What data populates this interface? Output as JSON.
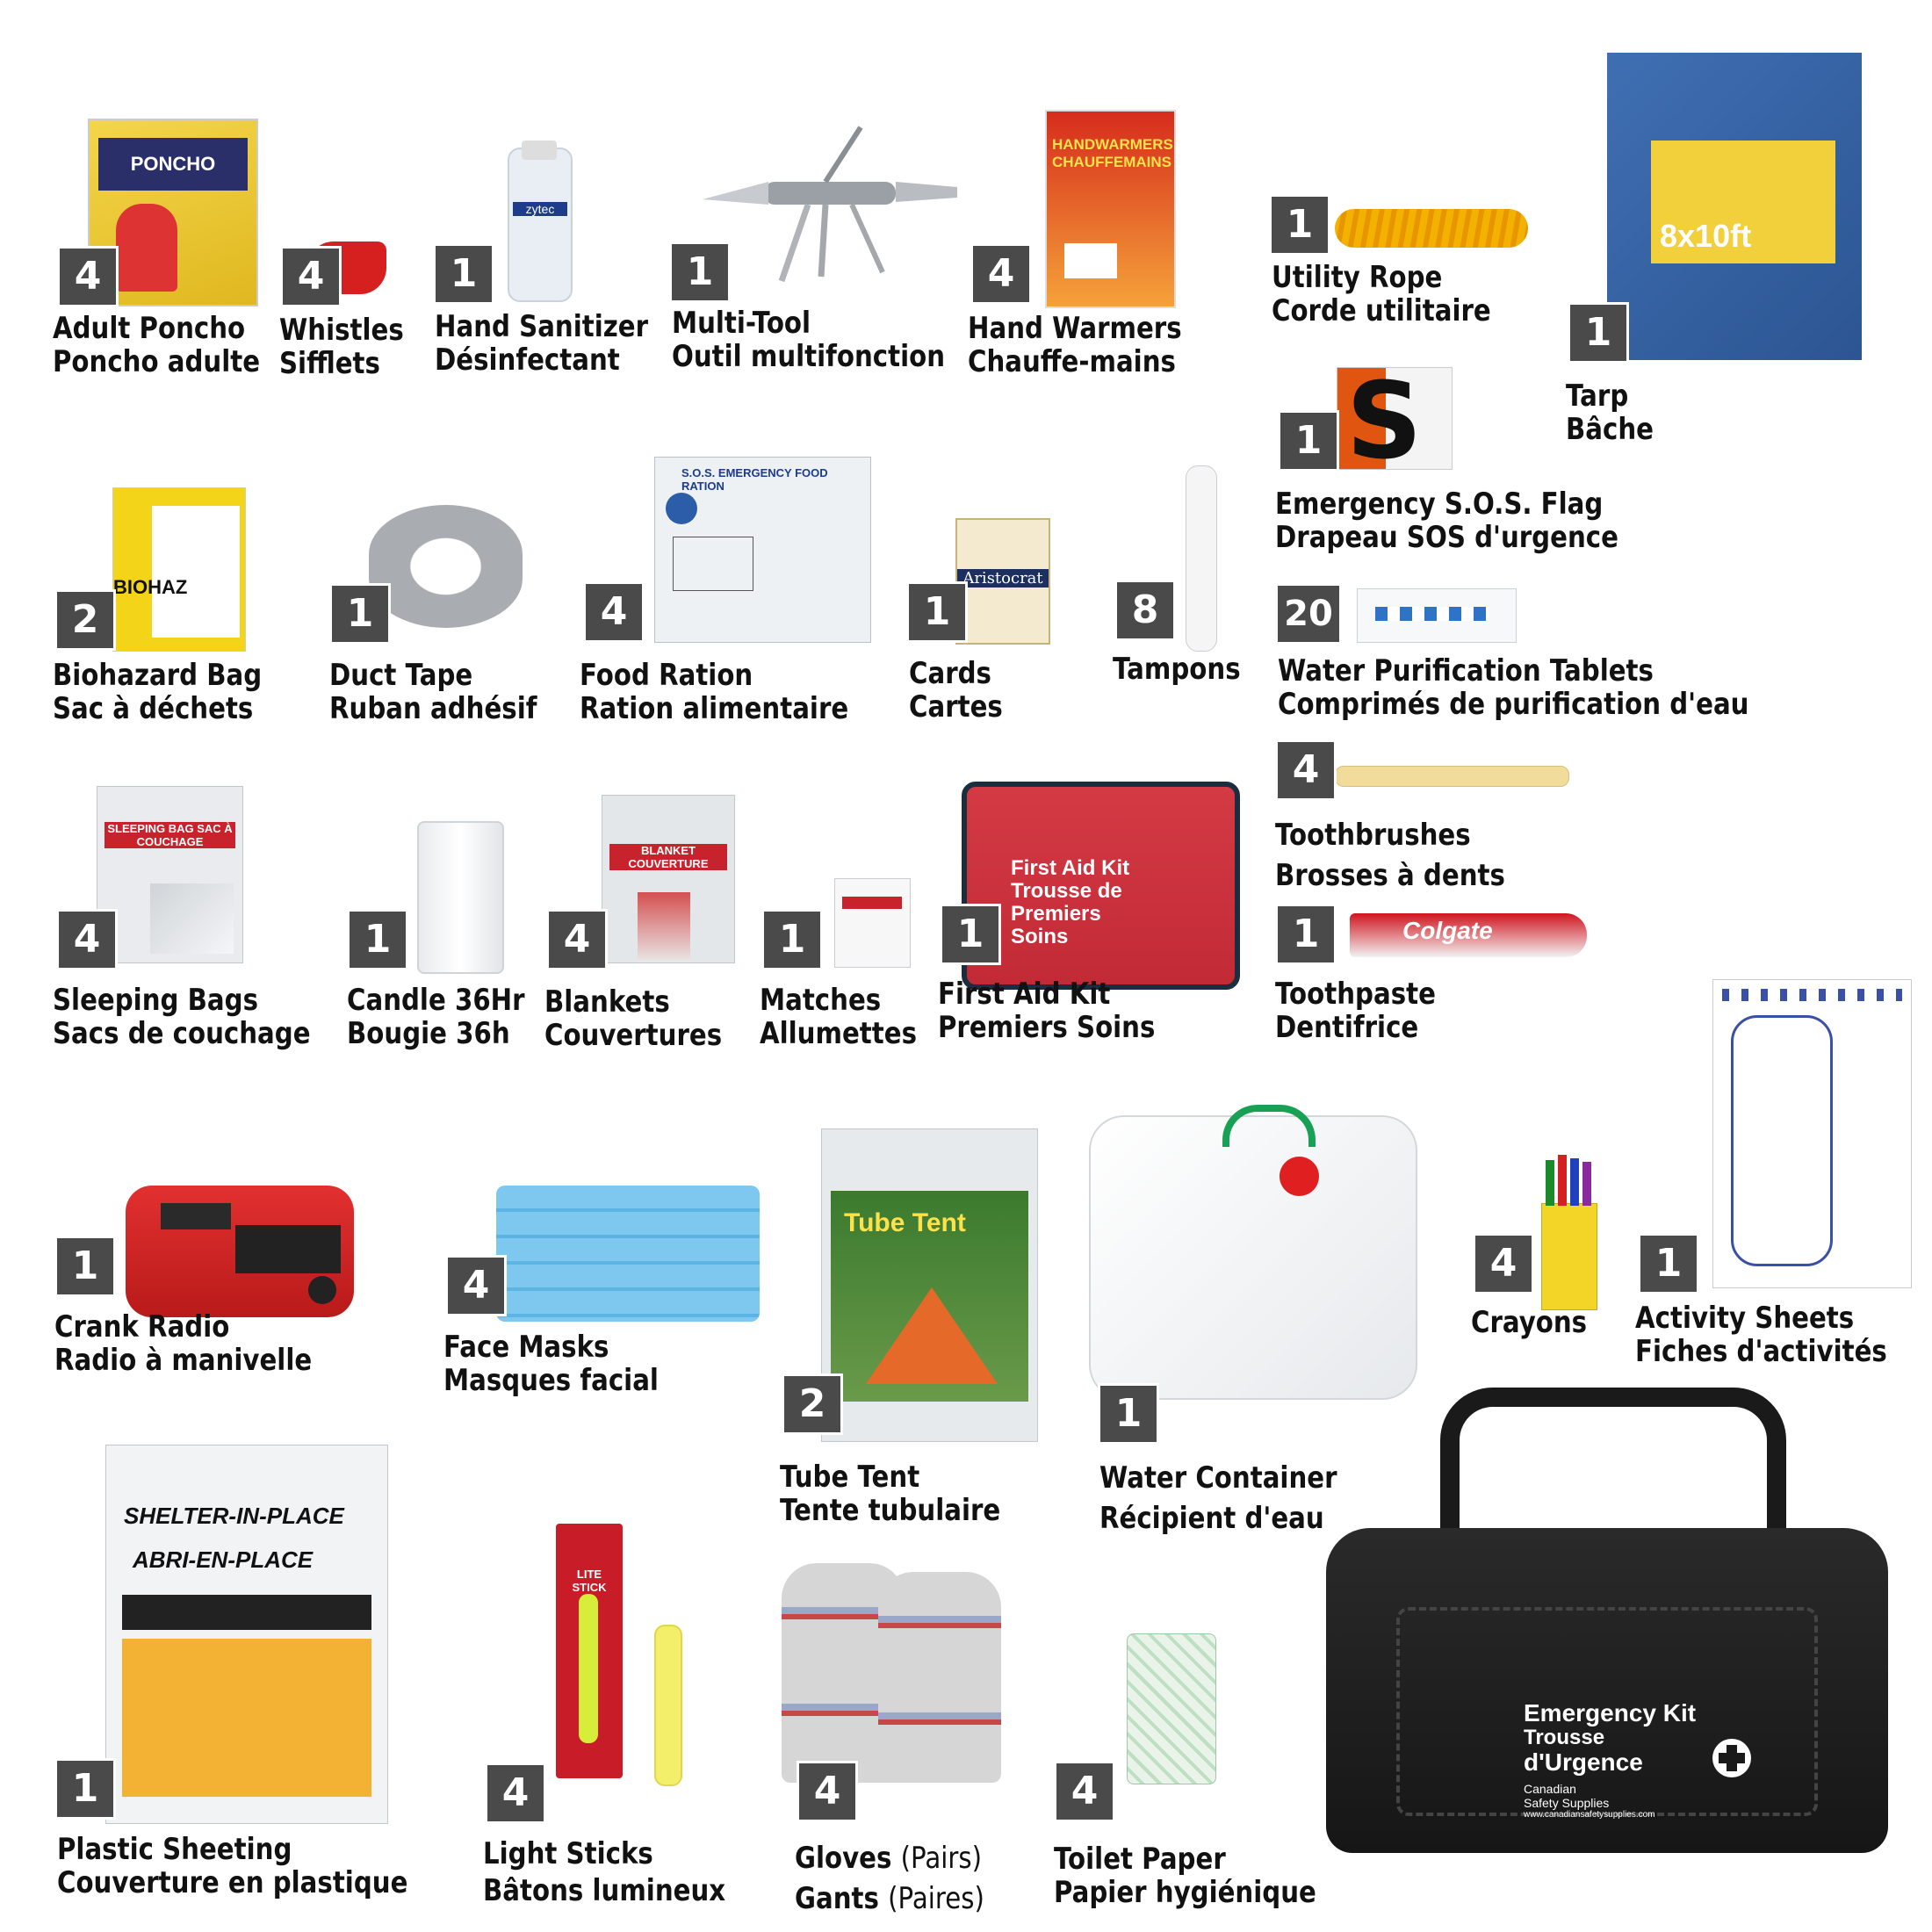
{
  "items": [
    {
      "id": "poncho",
      "qty": "4",
      "en": "Adult Poncho",
      "fr": "Poncho adulte",
      "pkg": "PONCHO"
    },
    {
      "id": "whistles",
      "qty": "4",
      "en": "Whistles",
      "fr": "Sifflets"
    },
    {
      "id": "sanitizer",
      "qty": "1",
      "en": "Hand Sanitizer",
      "fr": "Désinfectant",
      "pkg": "zytec"
    },
    {
      "id": "multitool",
      "qty": "1",
      "en": "Multi-Tool",
      "fr": "Outil multifonction"
    },
    {
      "id": "handwarmers",
      "qty": "4",
      "en": "Hand Warmers",
      "fr": "Chauffe-mains",
      "pkg": "HANDWARMERS CHAUFFEMAINS"
    },
    {
      "id": "rope",
      "qty": "1",
      "en": "Utility Rope",
      "fr": "Corde utilitaire"
    },
    {
      "id": "tarp",
      "qty": "1",
      "en": "Tarp",
      "fr": "Bâche",
      "pkg": "8x10ft"
    },
    {
      "id": "sosflag",
      "qty": "1",
      "en": "Emergency S.O.S. Flag",
      "fr": "Drapeau SOS d'urgence"
    },
    {
      "id": "biohazard",
      "qty": "2",
      "en": "Biohazard Bag",
      "fr": "Sac à déchets",
      "pkg": "BIOHAZ"
    },
    {
      "id": "ducttape",
      "qty": "1",
      "en": "Duct Tape",
      "fr": "Ruban adhésif"
    },
    {
      "id": "foodration",
      "qty": "4",
      "en": "Food Ration",
      "fr": "Ration alimentaire",
      "pkg": "S.O.S. EMERGENCY FOOD RATION"
    },
    {
      "id": "cards",
      "qty": "1",
      "en": "Cards",
      "fr": "Cartes",
      "pkg": "Aristocrat"
    },
    {
      "id": "tampons",
      "qty": "8",
      "en": "Tampons",
      "fr": ""
    },
    {
      "id": "watertabs",
      "qty": "20",
      "en": "Water Purification Tablets",
      "fr": "Comprimés de purification d'eau"
    },
    {
      "id": "toothbrushes",
      "qty": "4",
      "en": "Toothbrushes",
      "fr": "Brosses à dents"
    },
    {
      "id": "sleepingbags",
      "qty": "4",
      "en": "Sleeping Bags",
      "fr": "Sacs de couchage",
      "pkg": "SLEEPING BAG SAC À COUCHAGE"
    },
    {
      "id": "candle",
      "qty": "1",
      "en": "Candle 36Hr",
      "fr": "Bougie 36h"
    },
    {
      "id": "blankets",
      "qty": "4",
      "en": "Blankets",
      "fr": "Couvertures",
      "pkg": "BLANKET COUVERTURE"
    },
    {
      "id": "matches",
      "qty": "1",
      "en": "Matches",
      "fr": "Allumettes"
    },
    {
      "id": "firstaid",
      "qty": "1",
      "en": "First Aid Kit",
      "fr": "Premiers Soins",
      "pkg": "First Aid Kit Trousse de Premiers Soins"
    },
    {
      "id": "toothpaste",
      "qty": "1",
      "en": "Toothpaste",
      "fr": "Dentifrice",
      "pkg": "Colgate"
    },
    {
      "id": "radio",
      "qty": "1",
      "en": "Crank Radio",
      "fr": "Radio à manivelle"
    },
    {
      "id": "masks",
      "qty": "4",
      "en": "Face Masks",
      "fr": "Masques facial"
    },
    {
      "id": "tubetent",
      "qty": "2",
      "en": "Tube Tent",
      "fr": "Tente tubulaire",
      "pkg": "Tube Tent"
    },
    {
      "id": "watercontainer",
      "qty": "1",
      "en": "Water Container",
      "fr": "Récipient d'eau"
    },
    {
      "id": "crayons",
      "qty": "4",
      "en": "Crayons",
      "fr": ""
    },
    {
      "id": "activity",
      "qty": "1",
      "en": "Activity Sheets",
      "fr": "Fiches d'activités"
    },
    {
      "id": "sheeting",
      "qty": "1",
      "en": "Plastic Sheeting",
      "fr": "Couverture en plastique",
      "pkg1": "SHELTER-IN-PLACE",
      "pkg2": "ABRI-EN-PLACE"
    },
    {
      "id": "lightsticks",
      "qty": "4",
      "en": "Light Sticks",
      "fr": "Bâtons lumineux",
      "pkg": "LITE STICK"
    },
    {
      "id": "gloves",
      "qty": "4",
      "en": "Gloves",
      "en_note": "(Pairs)",
      "fr": "Gants",
      "fr_note": "(Paires)"
    },
    {
      "id": "toiletpaper",
      "qty": "4",
      "en": "Toilet Paper",
      "fr": "Papier hygiénique"
    }
  ],
  "bag": {
    "line1": "Emergency Kit",
    "line2": "Trousse",
    "line3": "d'Urgence",
    "line4": "Canadian",
    "line5": "Safety Supplies",
    "line6": "www.canadiansafetysupplies.com"
  }
}
